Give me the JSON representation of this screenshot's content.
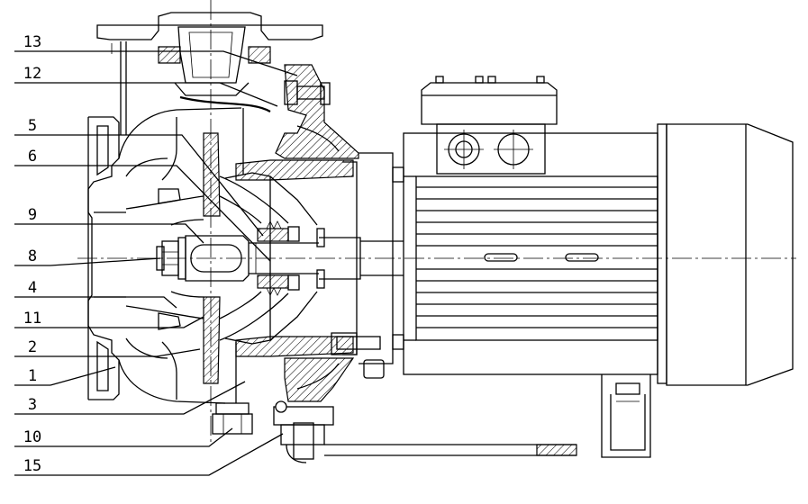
{
  "labels": [
    {
      "id": "13",
      "text": "13"
    },
    {
      "id": "12",
      "text": "12"
    },
    {
      "id": "5",
      "text": "5"
    },
    {
      "id": "6",
      "text": "6"
    },
    {
      "id": "9",
      "text": "9"
    },
    {
      "id": "8",
      "text": "8"
    },
    {
      "id": "4",
      "text": "4"
    },
    {
      "id": "11",
      "text": "11"
    },
    {
      "id": "2",
      "text": "2"
    },
    {
      "id": "1",
      "text": "1"
    },
    {
      "id": "3",
      "text": "3"
    },
    {
      "id": "10",
      "text": "10"
    },
    {
      "id": "15",
      "text": "15"
    }
  ]
}
